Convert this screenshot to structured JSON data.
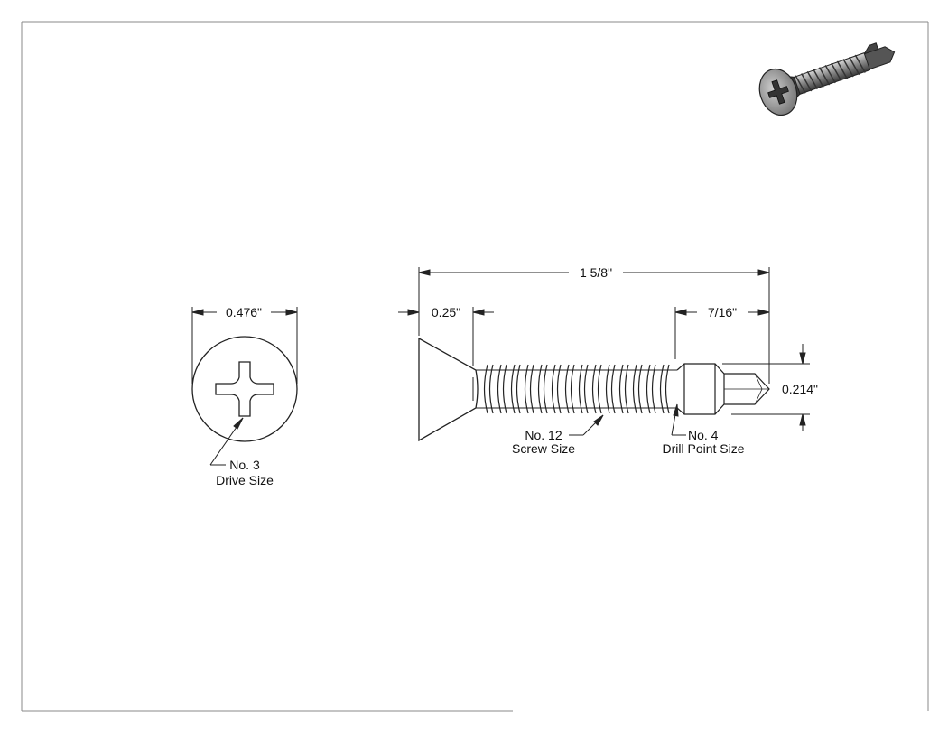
{
  "end_view": {
    "diameter_label": "0.476\"",
    "drive_callout": {
      "line1": "No. 3",
      "line2": "Drive Size"
    }
  },
  "side_view": {
    "overall_length_label": "1 5/8\"",
    "head_height_label": "0.25\"",
    "drill_point_length_label": "7/16\"",
    "drill_point_diameter_label": "0.214\"",
    "screw_callout": {
      "line1": "No. 12",
      "line2": "Screw Size"
    },
    "drill_callout": {
      "line1": "No. 4",
      "line2": "Drill Point Size"
    }
  },
  "colors": {
    "line": "#222222",
    "border": "#888888",
    "background": "#ffffff"
  }
}
